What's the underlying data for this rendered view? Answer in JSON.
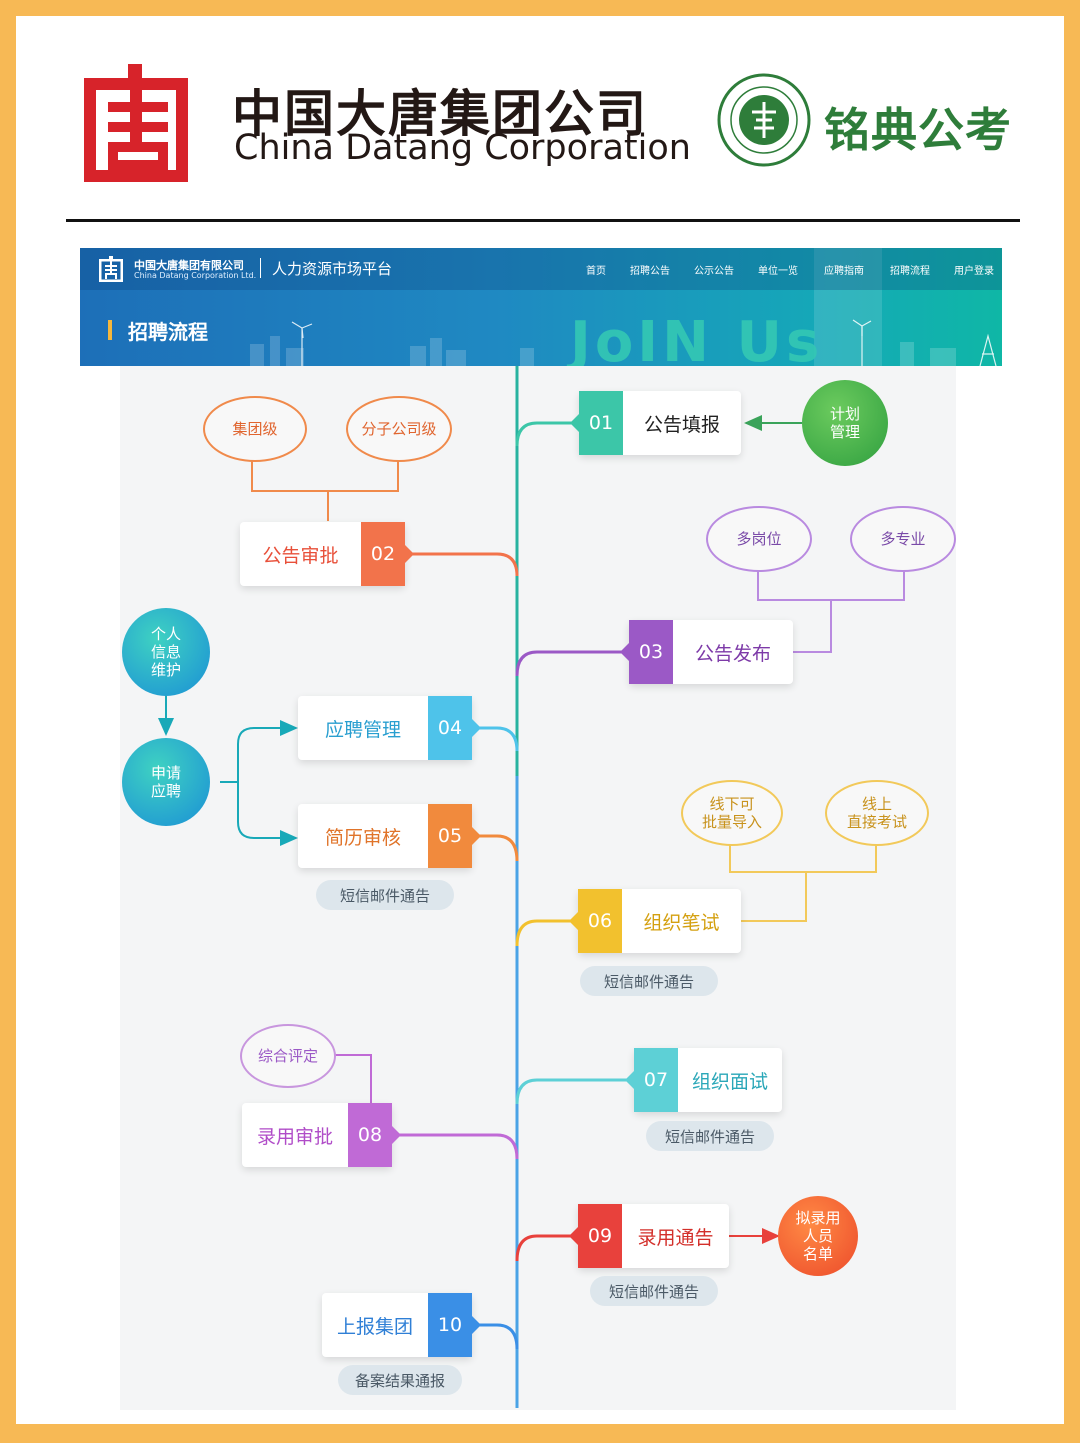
{
  "header": {
    "company_cn": "中国大唐集团公司",
    "company_en": "China Datang Corporation",
    "brand": "铭典公考"
  },
  "banner": {
    "org_cn": "中国大唐集团有限公司",
    "org_en": "China Datang Corporation Ltd.",
    "platform": "人力资源市场平台",
    "nav": [
      "首页",
      "招聘公告",
      "公示公告",
      "单位一览",
      "应聘指南",
      "招聘流程",
      "用户登录"
    ],
    "active_nav": "应聘指南",
    "section": "招聘流程",
    "join": "JoIN Us"
  },
  "colors": {
    "page_border": "#f7b955",
    "s01": "#3cc6a8",
    "s02": "#f2734b",
    "s03": "#9b59c6",
    "s04": "#4ec3ea",
    "s05": "#f18a3d",
    "s06": "#f2c12e",
    "s07": "#5dd0d6",
    "s08": "#c06ad6",
    "s09": "#e8413c",
    "s10": "#3a8fe6"
  },
  "diagram": {
    "steps": [
      {
        "num": "01",
        "label": "公告填报"
      },
      {
        "num": "02",
        "label": "公告审批"
      },
      {
        "num": "03",
        "label": "公告发布"
      },
      {
        "num": "04",
        "label": "应聘管理"
      },
      {
        "num": "05",
        "label": "简历审核"
      },
      {
        "num": "06",
        "label": "组织笔试"
      },
      {
        "num": "07",
        "label": "组织面试"
      },
      {
        "num": "08",
        "label": "录用审批"
      },
      {
        "num": "09",
        "label": "录用通告"
      },
      {
        "num": "10",
        "label": "上报集团"
      }
    ],
    "ovals": {
      "group_level": "集团级",
      "branch_level": "分子公司级",
      "multi_position": "多岗位",
      "multi_major": "多专业",
      "offline_import": "线下可\n批量导入",
      "online_exam": "线上\n直接考试",
      "overall_eval": "综合评定"
    },
    "circles": {
      "plan": "计划\n管理",
      "personal_info": "个人\n信息\n维护",
      "apply": "申请\n应聘",
      "hire_list": "拟录用\n人员\n名单"
    },
    "notices": {
      "n05": "短信邮件通告",
      "n06": "短信邮件通告",
      "n07": "短信邮件通告",
      "n09": "短信邮件通告",
      "n10": "备案结果通报"
    }
  }
}
